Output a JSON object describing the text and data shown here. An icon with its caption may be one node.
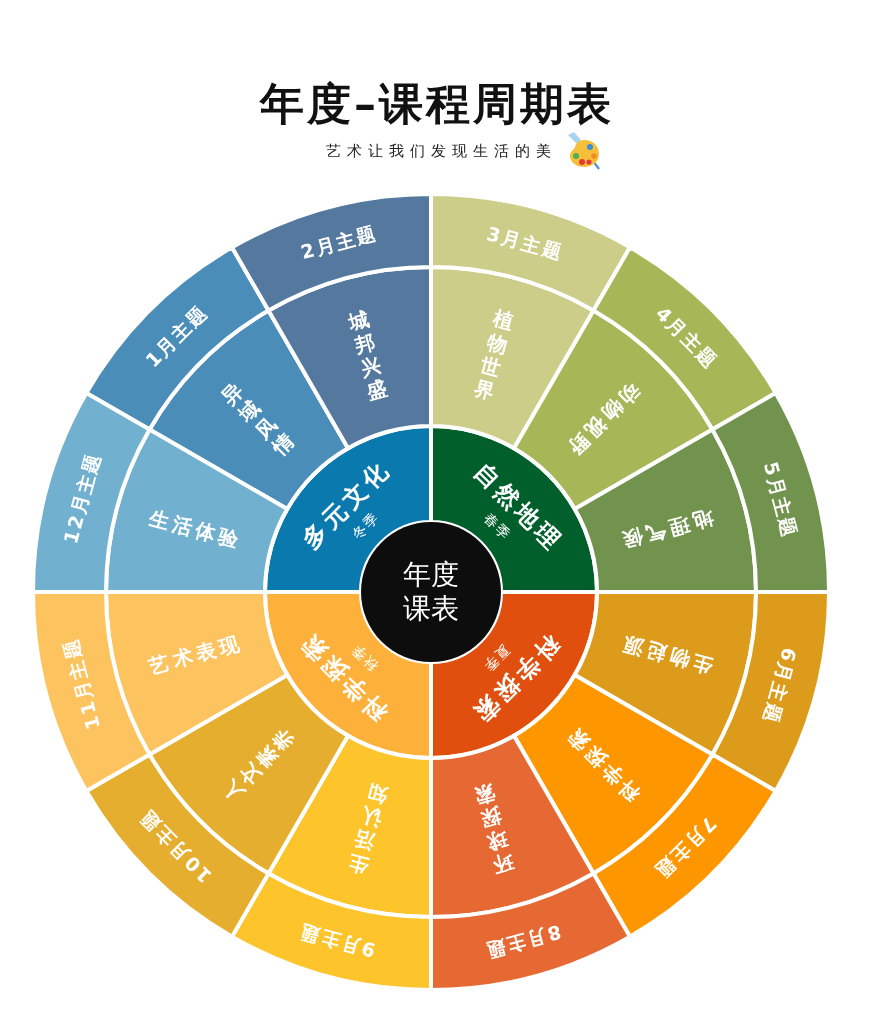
{
  "diagram": {
    "title": "年度–课程周期表",
    "nodes": [
      {
        "text": [
          "年度课表"
        ]
      },
      {
        "text": [
          "多元文化",
          "冬季"
        ]
      },
      {
        "text": [
          "自然地理",
          "春季"
        ]
      },
      {
        "text": [
          "科学探索",
          "夏季"
        ]
      },
      {
        "text": [
          "科学探索",
          "秋季"
        ]
      },
      {
        "text": [
          "异域风情"
        ]
      },
      {
        "text": [
          "城邦兴盛"
        ]
      },
      {
        "text": [
          "植物世界"
        ]
      },
      {
        "text": [
          "动物视野"
        ]
      },
      {
        "text": [
          "地理气候"
        ]
      },
      {
        "text": [
          "生物起源"
        ]
      },
      {
        "text": [
          "科学探索"
        ]
      },
      {
        "text": [
          "环球探索"
        ]
      },
      {
        "text": [
          "生活认知"
        ]
      },
      {
        "text": [
          "人文素养"
        ]
      },
      {
        "text": [
          "艺术表现"
        ]
      },
      {
        "text": [
          "生活体验"
        ]
      },
      {
        "text": [
          "1月主题"
        ]
      },
      {
        "text": [
          "2月主题"
        ]
      },
      {
        "text": [
          "3月主题"
        ]
      },
      {
        "text": [
          "4月主题"
        ]
      },
      {
        "text": [
          "5月主题"
        ]
      },
      {
        "text": [
          "6月主题"
        ]
      },
      {
        "text": [
          "7月主题"
        ]
      },
      {
        "text": [
          "8月主题"
        ]
      },
      {
        "text": [
          "9月主题"
        ]
      },
      {
        "text": [
          "10月主题"
        ]
      },
      {
        "text": [
          "11月主题"
        ]
      },
      {
        "text": [
          "12月主题"
        ]
      }
    ],
    "labels": [
      "艺术让我们发现生活的美"
    ]
  }
}
